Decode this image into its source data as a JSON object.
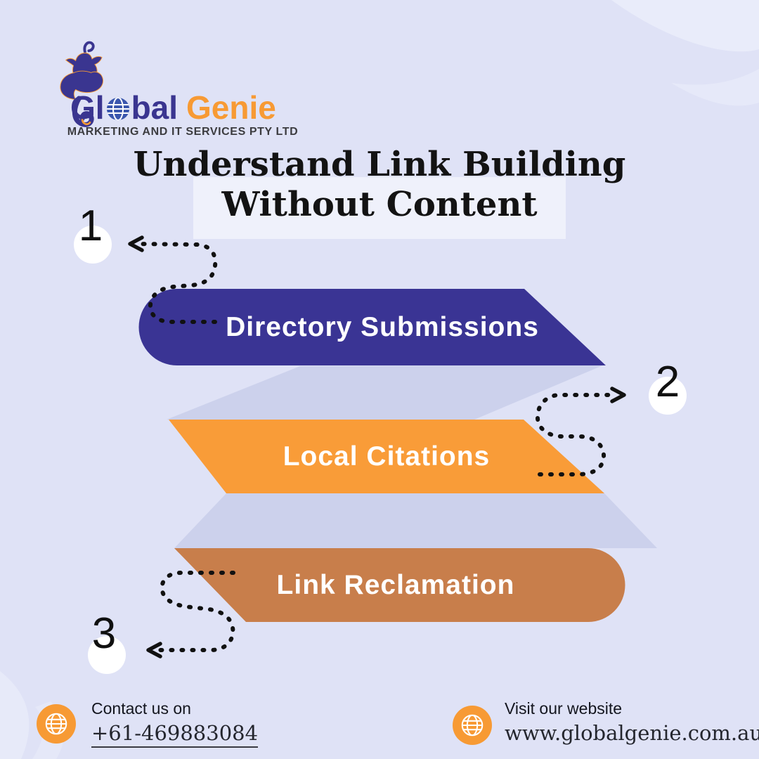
{
  "brand": {
    "name_part1": "Gl",
    "name_part2": "bal",
    "name_part3": "Genie",
    "tagline": "MARKETING AND IT SERVICES PTY LTD",
    "color_blue": "#3a3590",
    "color_orange": "#f79a34"
  },
  "title": {
    "line1": "Understand Link Building",
    "line2": "Without Content"
  },
  "steps": [
    {
      "number": "1",
      "label": "Directory Submissions",
      "color": "#3a3494"
    },
    {
      "number": "2",
      "label": "Local Citations",
      "color": "#f99c38"
    },
    {
      "number": "3",
      "label": "Link Reclamation",
      "color": "#c87e4b"
    }
  ],
  "ribbon": {
    "color": "#ccd1ec"
  },
  "icons": {
    "logo": "genie-icon",
    "contact": "globe-icon",
    "website": "globe-icon"
  },
  "footer": {
    "contact_heading": "Contact us on",
    "contact_value": "+61-469883084",
    "website_heading": "Visit our website",
    "website_value": "www.globalgenie.com.au"
  }
}
